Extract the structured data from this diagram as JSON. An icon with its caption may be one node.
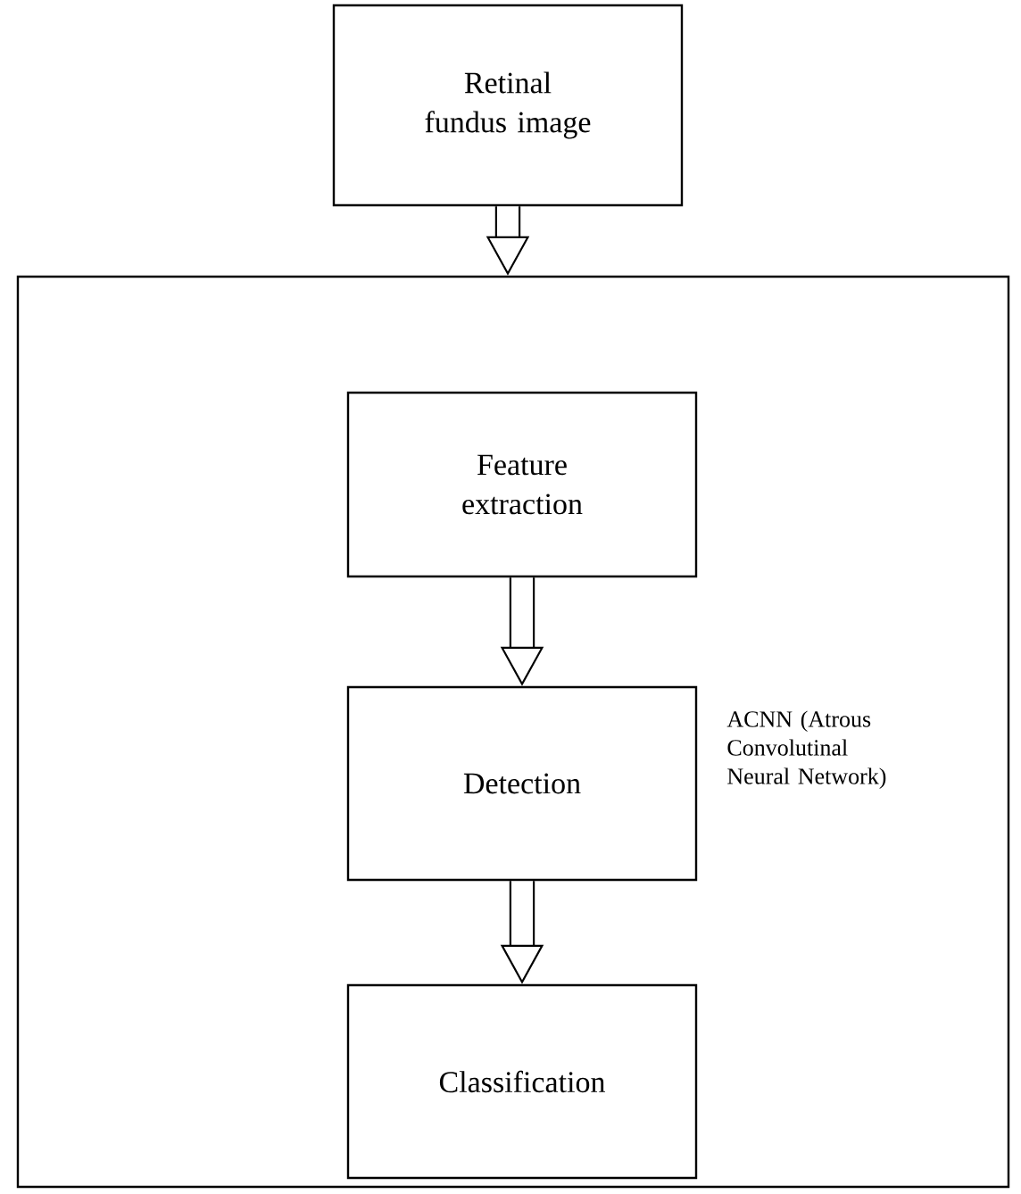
{
  "diagram": {
    "nodes": [
      {
        "text": [
          "Retinal fundus image"
        ]
      },
      {
        "text": [],
        "shape": "box"
      },
      {
        "text": [
          "Feature extraction"
        ],
        "in": 1
      },
      {
        "text": [
          "Detection"
        ],
        "in": 1,
        "beside": [
          "ACNN (Atrous Convolutinal Neural Network)"
        ]
      },
      {
        "text": [
          "Classification"
        ],
        "in": 1
      }
    ],
    "edges": [
      {
        "from": 0,
        "to": 1,
        "arrow": "to"
      },
      {
        "from": 2,
        "to": 3,
        "arrow": "to"
      },
      {
        "from": 3,
        "to": 4,
        "arrow": "to"
      }
    ]
  }
}
